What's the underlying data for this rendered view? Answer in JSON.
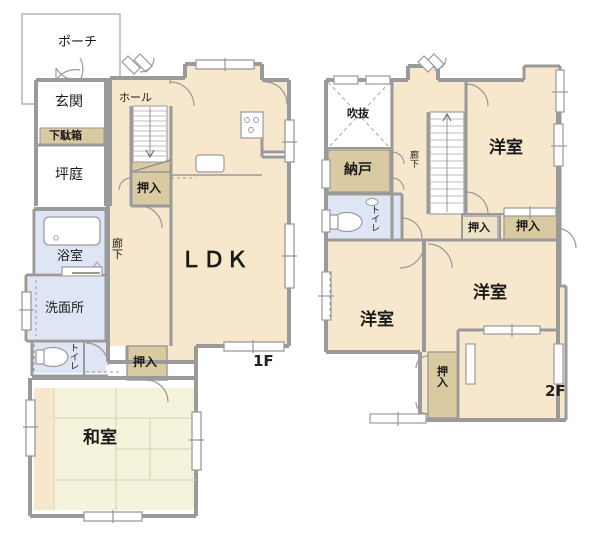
{
  "document": {
    "type": "floor-plan",
    "title": "間取り図",
    "floors": [
      "1F",
      "2F"
    ]
  },
  "palette": {
    "wall": "#9a9a9a",
    "wall_dark": "#8c8c8c",
    "thin_line": "#b3b3b3",
    "room_fill": "#f7e8cd",
    "closet_fill": "#d9caa2",
    "water_fill": "#dee6f6",
    "tatami_fill": "#f6f3dd",
    "void_fill": "#ffffff",
    "outline_only": "#ffffff",
    "text": "#1a1a1a"
  },
  "floor1": {
    "tag": "1F",
    "rooms": [
      {
        "name": "porch",
        "label": "ポーチ",
        "fill": "outline_only"
      },
      {
        "name": "entrance",
        "label": "玄関",
        "fill": "outline_only"
      },
      {
        "name": "shoe-cabinet",
        "label": "下駄箱",
        "fill": "closet_fill"
      },
      {
        "name": "courtyard",
        "label": "坪庭",
        "fill": "outline_only"
      },
      {
        "name": "hall",
        "label": "ホール",
        "fill": "room_fill"
      },
      {
        "name": "ldk",
        "label": "ＬＤＫ",
        "fill": "room_fill"
      },
      {
        "name": "corridor",
        "label": "廊下",
        "fill": "room_fill",
        "orientation": "vertical"
      },
      {
        "name": "closet-upper",
        "label": "押入",
        "fill": "closet_fill"
      },
      {
        "name": "closet-lower",
        "label": "押入",
        "fill": "closet_fill"
      },
      {
        "name": "bath",
        "label": "浴室",
        "fill": "water_fill"
      },
      {
        "name": "washroom",
        "label": "洗面所",
        "fill": "water_fill"
      },
      {
        "name": "toilet",
        "label": "トイレ",
        "fill": "water_fill",
        "orientation": "vertical"
      },
      {
        "name": "japanese-room",
        "label": "和室",
        "fill": "tatami_fill"
      }
    ]
  },
  "floor2": {
    "tag": "2F",
    "rooms": [
      {
        "name": "void",
        "label": "吹抜",
        "fill": "void_fill"
      },
      {
        "name": "storage",
        "label": "納戸",
        "fill": "closet_fill"
      },
      {
        "name": "corridor",
        "label": "廊下",
        "fill": "room_fill",
        "orientation": "vertical"
      },
      {
        "name": "toilet",
        "label": "トイレ",
        "fill": "water_fill",
        "orientation": "vertical"
      },
      {
        "name": "western-room-ne",
        "label": "洋室",
        "fill": "room_fill"
      },
      {
        "name": "western-room-se",
        "label": "洋室",
        "fill": "room_fill"
      },
      {
        "name": "western-room-sw",
        "label": "洋室",
        "fill": "room_fill"
      },
      {
        "name": "closet-left",
        "label": "押入",
        "fill": "closet_fill"
      },
      {
        "name": "closet-right",
        "label": "押入",
        "fill": "closet_fill"
      },
      {
        "name": "closet-bottom",
        "label": "押入",
        "fill": "closet_fill",
        "orientation": "vertical"
      }
    ]
  },
  "labels": {
    "porch": "ポーチ",
    "entrance": "玄関",
    "shoe_cabinet": "下駄箱",
    "courtyard": "坪庭",
    "hall": "ホール",
    "ldk": "ＬＤＫ",
    "corridor": "廊下",
    "closet": "押入",
    "bath": "浴室",
    "washroom": "洗面所",
    "toilet": "トイレ",
    "japanese_room": "和室",
    "void": "吹抜",
    "storage": "納戸",
    "western_room": "洋室",
    "floor1_tag": "1F",
    "floor2_tag": "2F"
  }
}
